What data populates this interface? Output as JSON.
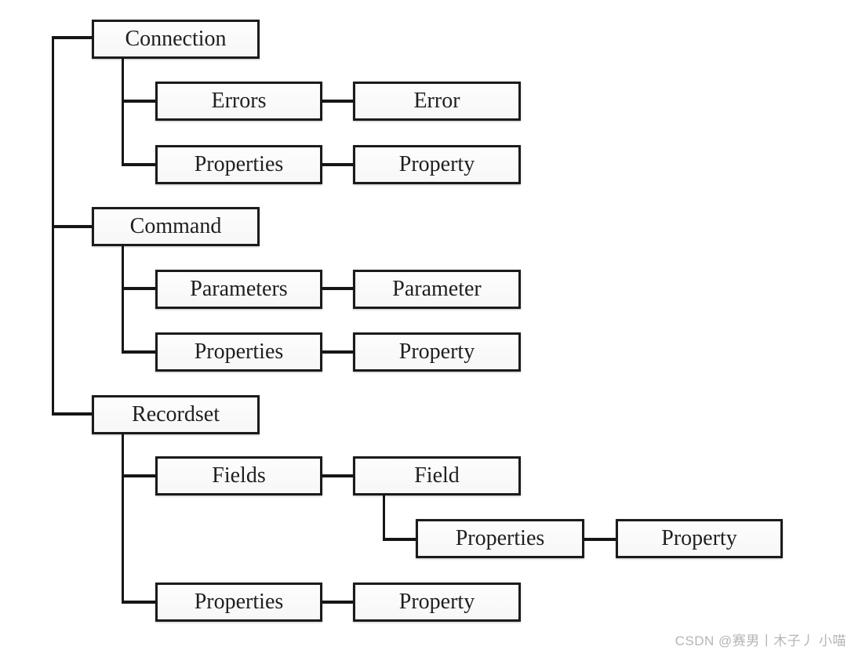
{
  "diagram": {
    "type": "hierarchy-tree",
    "colors": {
      "background": "#ffffff",
      "box_border": "#1b1b1b",
      "box_fill": "#fbfbfb",
      "text": "#1f1f1f",
      "connector": "#161616",
      "watermark": "#b5b5b5"
    },
    "nodes": {
      "connection": {
        "label": "Connection"
      },
      "errors": {
        "label": "Errors"
      },
      "error": {
        "label": "Error"
      },
      "connection_properties": {
        "label": "Properties"
      },
      "connection_property": {
        "label": "Property"
      },
      "command": {
        "label": "Command"
      },
      "parameters": {
        "label": "Parameters"
      },
      "parameter": {
        "label": "Parameter"
      },
      "command_properties": {
        "label": "Properties"
      },
      "command_property": {
        "label": "Property"
      },
      "recordset": {
        "label": "Recordset"
      },
      "fields": {
        "label": "Fields"
      },
      "field": {
        "label": "Field"
      },
      "field_properties": {
        "label": "Properties"
      },
      "field_property": {
        "label": "Property"
      },
      "recordset_properties": {
        "label": "Properties"
      },
      "recordset_property": {
        "label": "Property"
      }
    },
    "hierarchy": [
      {
        "parent": "Connection",
        "children": [
          {
            "collection": "Errors",
            "item": "Error"
          },
          {
            "collection": "Properties",
            "item": "Property"
          }
        ]
      },
      {
        "parent": "Command",
        "children": [
          {
            "collection": "Parameters",
            "item": "Parameter"
          },
          {
            "collection": "Properties",
            "item": "Property"
          }
        ]
      },
      {
        "parent": "Recordset",
        "children": [
          {
            "collection": "Fields",
            "item": "Field",
            "item_children": [
              {
                "collection": "Properties",
                "item": "Property"
              }
            ]
          },
          {
            "collection": "Properties",
            "item": "Property"
          }
        ]
      }
    ]
  },
  "watermark": {
    "text": "CSDN @赛男丨木子丿 小喵"
  }
}
